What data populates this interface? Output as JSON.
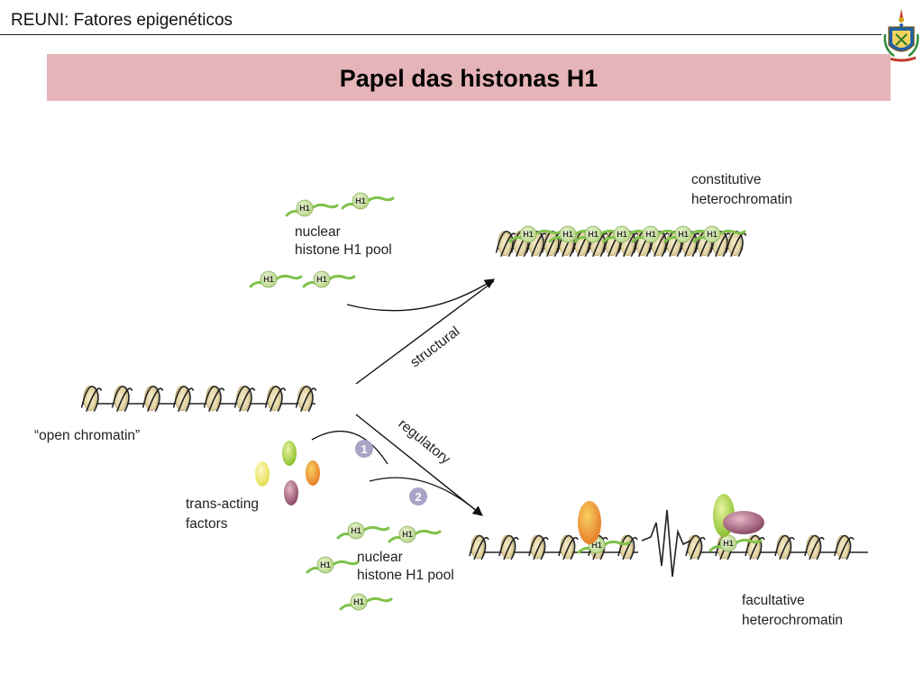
{
  "header": {
    "course": "REUNI: Fatores epigenéticos",
    "logo": "university-crest"
  },
  "slide": {
    "title": "Papel das histonas H1",
    "title_bar_color": "#e5b4b8"
  },
  "diagram": {
    "labels": {
      "pool_top_1": "nuclear",
      "pool_top_2": "histone H1 pool",
      "constitutive_1": "constitutive",
      "constitutive_2": "heterochromatin",
      "structural": "structural",
      "open": "“open chromatin”",
      "regulatory": "regulatory",
      "trans_1": "trans-acting",
      "trans_2": "factors",
      "pool_bottom_1": "nuclear",
      "pool_bottom_2": "histone H1 pool",
      "facultative_1": "facultative",
      "facultative_2": "heterochromatin",
      "step1": "1",
      "step2": "2",
      "h1": "H1"
    },
    "colors": {
      "nucleosome": "#e8dcb0",
      "h1": "#cfe6a0",
      "h1_tail": "#7fc24a",
      "step_circle": "#a9a4c6",
      "factor_yellow": "#f3ee70",
      "factor_green": "#a6d23c",
      "factor_orange": "#f0a030",
      "factor_purple": "#a8607a"
    }
  }
}
